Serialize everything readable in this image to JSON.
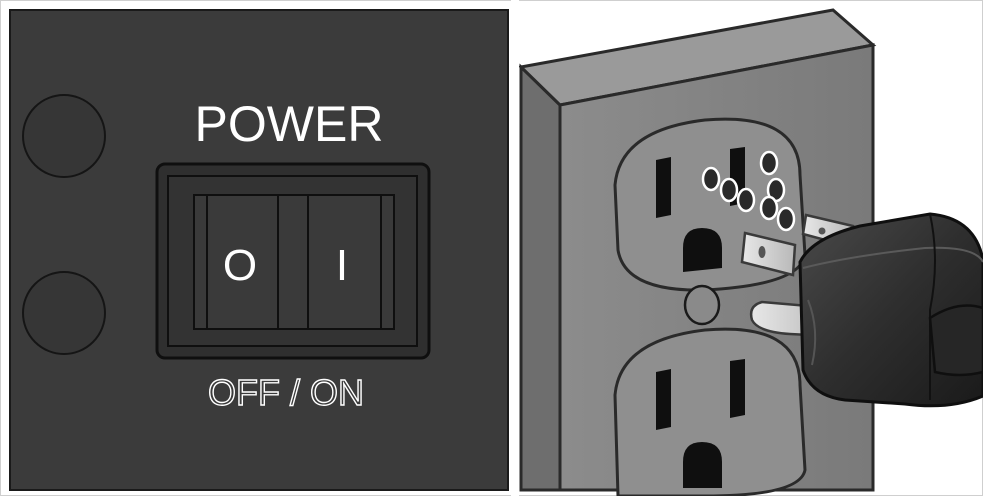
{
  "power_panel": {
    "title": "POWER",
    "switch_off_symbol": "O",
    "switch_on_symbol": "I",
    "state_label": "OFF / ON",
    "icons": [
      "indicator-circle",
      "indicator-circle"
    ]
  },
  "outlet": {
    "icons": [
      "wall-outlet",
      "three-prong-plug",
      "contact-arc"
    ]
  },
  "colors": {
    "panel": "#3a3a3a",
    "outlet_plate": "#8a8a8a",
    "plug": "#2b2b2b",
    "label_text": "#ffffff"
  }
}
